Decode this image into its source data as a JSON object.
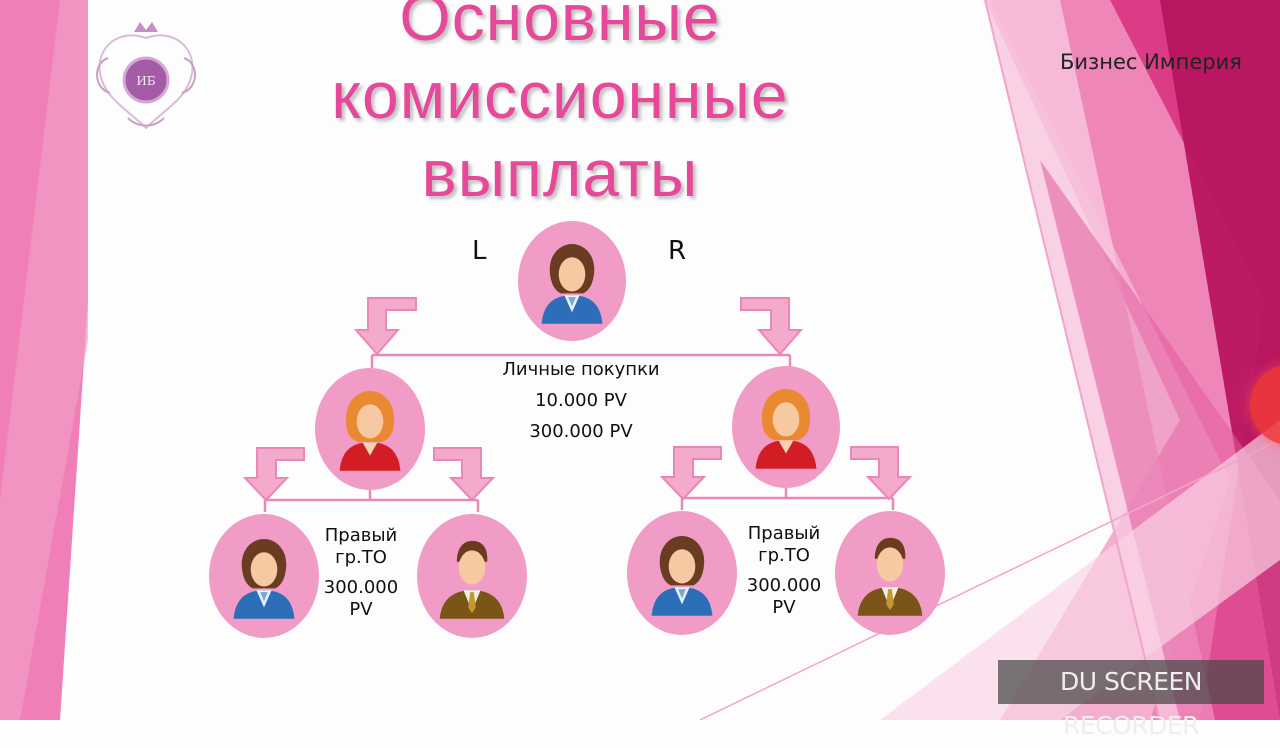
{
  "slide": {
    "title_lines": [
      "Основные",
      "комиссионные",
      "выплаты"
    ],
    "brand": "Бизнес Империя",
    "left_label": "L",
    "right_label": "R",
    "center_note": [
      "Личные покупки",
      "10.000 PV",
      "300.000 PV"
    ],
    "left_note": [
      "Правый",
      "гр.ТО",
      "300.000",
      "PV"
    ],
    "right_note": [
      "Правый",
      "гр.ТО",
      "300.000",
      "PV"
    ]
  },
  "watermark": "DU SCREEN RECORDER",
  "colors": {
    "title": "#e6489a",
    "node_fill": "#f09cc6",
    "arrow_fill": "#f4aacd",
    "arrow_stroke": "#e987b7",
    "bg_pink_dark": "#b8155f",
    "bg_pink_mid": "#e35a9c",
    "bg_pink_light": "#f3a6cb"
  },
  "icons": {
    "logo": "crest-logo-icon",
    "woman_blue": "businesswoman-blue-icon",
    "woman_red": "businesswoman-red-icon",
    "man": "businessman-icon"
  }
}
